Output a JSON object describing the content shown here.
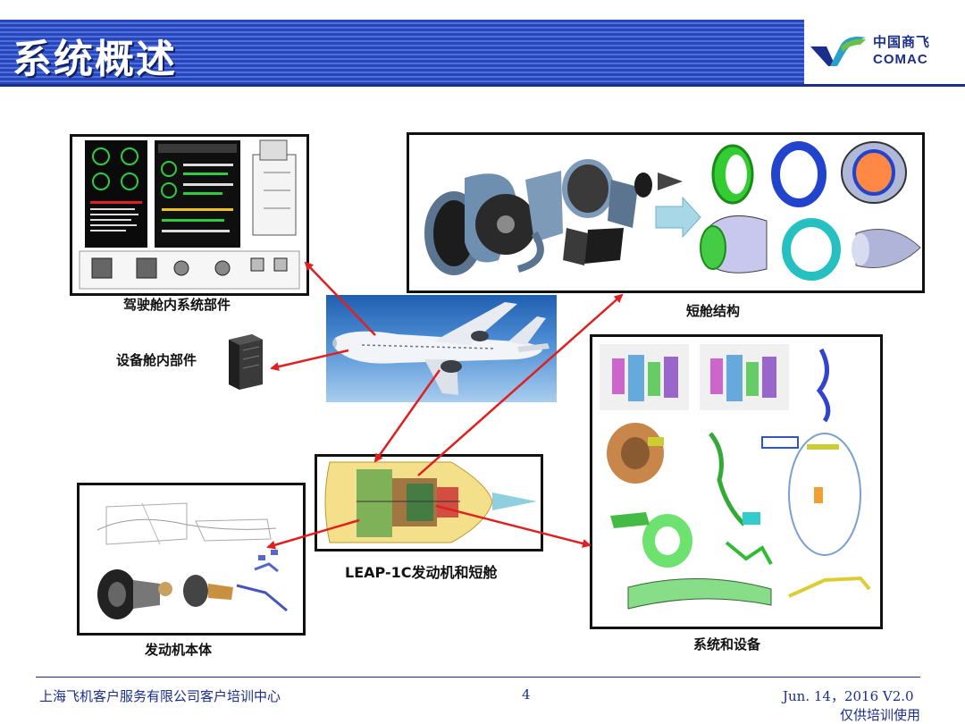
{
  "header": {
    "title": "系统概述"
  },
  "logo": {
    "cn": "中国商飞",
    "en": "COMAC"
  },
  "labels": {
    "cockpit": "驾驶舱内系统部件",
    "avionics_bay": "设备舱内部件",
    "nacelle": "短舱结构",
    "engine_assembly": "LEAP-1C发动机和短舱",
    "engine_core": "发动机本体",
    "systems": "系统和设备"
  },
  "footer": {
    "org": "上海飞机客户服务有限公司客户培训中心",
    "page": "4",
    "date_version": "Jun. 14，2016  V2.0",
    "note": "仅供培训使用"
  },
  "colors": {
    "header_blue": "#2747b8",
    "arrow_red": "#e02020",
    "brand_navy": "#1b2f8a"
  }
}
